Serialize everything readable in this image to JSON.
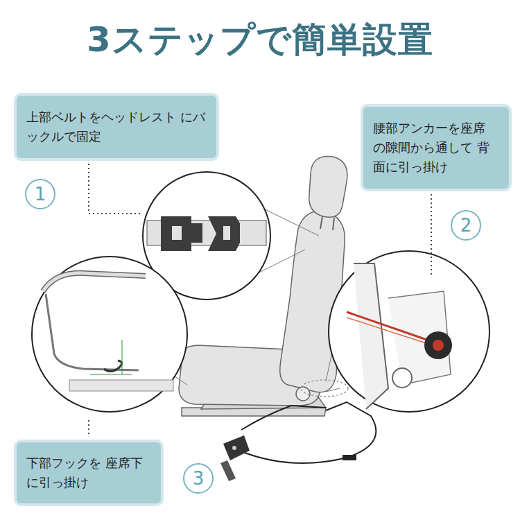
{
  "diagram": {
    "title": "3ステップで簡単設置",
    "nodes": [
      {
        "text": [
          "上部ベルトをヘッドレスト にバックルで固定"
        ]
      },
      {
        "text": [
          "腰部アンカーを座席 の隙間から通して 背面に引っ掛け"
        ]
      },
      {
        "text": [
          "下部フックを 座席下に引っ掛け"
        ]
      }
    ],
    "labels": [
      "1",
      "2",
      "3"
    ]
  }
}
